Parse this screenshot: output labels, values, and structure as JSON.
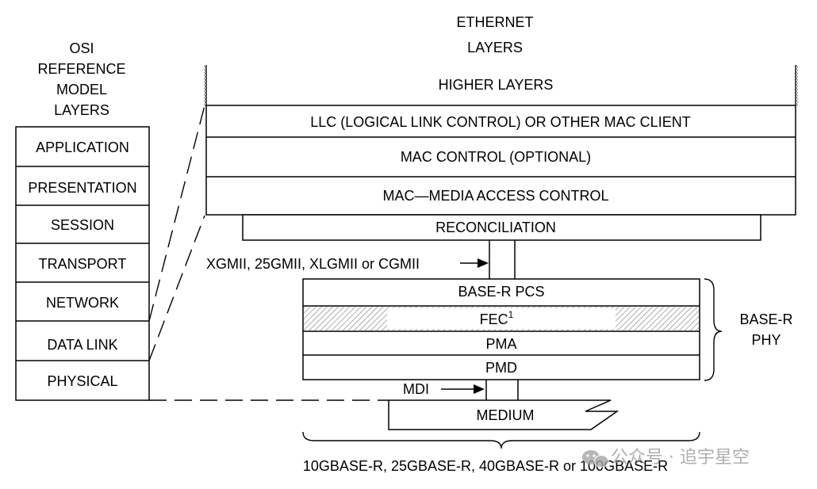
{
  "osi": {
    "heading": [
      "OSI",
      "REFERENCE",
      "MODEL",
      "LAYERS"
    ],
    "layers": [
      "APPLICATION",
      "PRESENTATION",
      "SESSION",
      "TRANSPORT",
      "NETWORK",
      "DATA LINK",
      "PHYSICAL"
    ]
  },
  "ethernet": {
    "heading": [
      "ETHERNET",
      "LAYERS"
    ],
    "higher": "HIGHER LAYERS",
    "llc": "LLC (LOGICAL LINK CONTROL) OR OTHER MAC CLIENT",
    "mac_control": "MAC CONTROL (OPTIONAL)",
    "mac": "MAC—MEDIA ACCESS CONTROL",
    "reconciliation": "RECONCILIATION",
    "interface_label": "XGMII, 25GMII, XLGMII or CGMII",
    "pcs": "BASE-R PCS",
    "fec": "FEC",
    "fec_sup": "1",
    "pma": "PMA",
    "pmd": "PMD",
    "phy_label": [
      "BASE-R",
      "PHY"
    ],
    "mdi": "MDI",
    "medium": "MEDIUM",
    "bottom_label": "10GBASE-R, 25GBASE-R, 40GBASE-R or 100GBASE-R"
  },
  "watermark": "公众号 · 追宇星空"
}
